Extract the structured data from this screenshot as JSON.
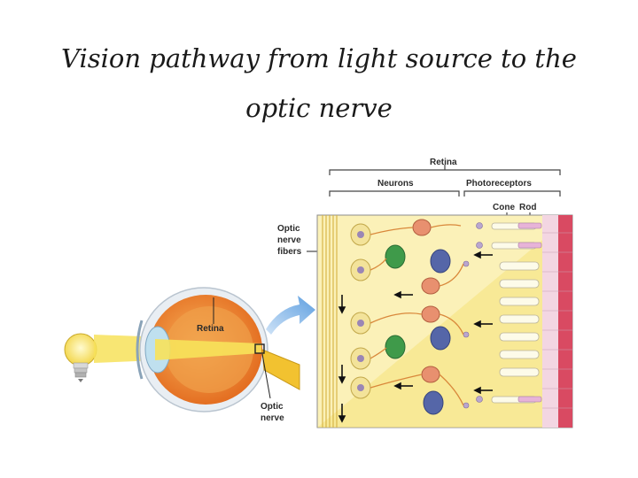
{
  "slide": {
    "title_line1": "Vision pathway from light source to the",
    "title_line2": "optic nerve"
  },
  "diagram": {
    "labels": {
      "retina_top": "Retina",
      "neurons": "Neurons",
      "photoreceptors": "Photoreceptors",
      "cone": "Cone",
      "rod": "Rod",
      "optic_nerve_fibers": [
        "Optic",
        "nerve",
        "fibers"
      ],
      "retina_eye": "Retina",
      "optic_nerve": [
        "Optic",
        "nerve"
      ]
    },
    "colors": {
      "light_beam": "#f7e25a",
      "retina_panel": "#fbf1b8",
      "eye_orange": "#f28a2a",
      "ganglion_cell": "#f3e39a",
      "bipolar_cell": "#e8906f",
      "amacrine_cell": "#3f9a4a",
      "horizontal_cell": "#5566a8",
      "pigment_layer": "#d94a62",
      "arrow_blue": "#7fb3e6"
    }
  }
}
